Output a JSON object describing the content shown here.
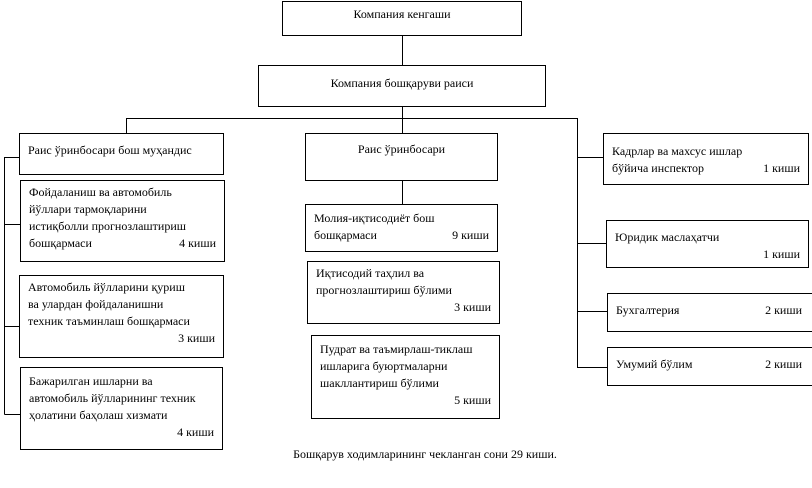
{
  "council": "Компания кенгаши",
  "chair": "Компания бошқаруви раиси",
  "left": {
    "head": "Раис ўринбосари бош муҳандис",
    "units": [
      {
        "lines": [
          "Фойдаланиш ва автомобиль",
          "йўллари тармоқларини",
          "истиқболли прогнозлаштириш",
          "бошқармаси"
        ],
        "staff": "4 киши"
      },
      {
        "lines": [
          "Автомобиль йўлларини қуриш",
          "ва улардан фойдаланишни",
          "техник таъминлаш бошқармаси"
        ],
        "staff": "3 киши"
      },
      {
        "lines": [
          "Бажарилган ишларни ва",
          "автомобиль йўлларининг техник",
          "ҳолатини баҳолаш хизмати"
        ],
        "staff": "4 киши"
      }
    ]
  },
  "middle": {
    "head": "Раис ўринбосари",
    "units": [
      {
        "lines": [
          "Молия-иқтисодиёт бош",
          "бошқармаси"
        ],
        "staff": "9 киши"
      },
      {
        "lines": [
          "Иқтисодий таҳлил ва",
          "прогнозлаштириш бўлими"
        ],
        "staff": "3 киши"
      },
      {
        "lines": [
          "Пудрат ва таъмирлаш-тиклаш",
          "ишларига буюртмаларни",
          "шакллантириш бўлими"
        ],
        "staff": "5 киши"
      }
    ]
  },
  "right": [
    {
      "lines": [
        "Кадрлар ва махсус ишлар",
        "бўйича инспектор"
      ],
      "staff": "1 киши"
    },
    {
      "lines": [
        "Юридик маслаҳатчи"
      ],
      "staff": "1 киши"
    },
    {
      "lines": [
        "Бухгалтерия"
      ],
      "staff": "2 киши"
    },
    {
      "lines": [
        "Умумий бўлим"
      ],
      "staff": "2 киши"
    }
  ],
  "footer": "Бошқарув ходимларининг чекланган сони  29 киши."
}
